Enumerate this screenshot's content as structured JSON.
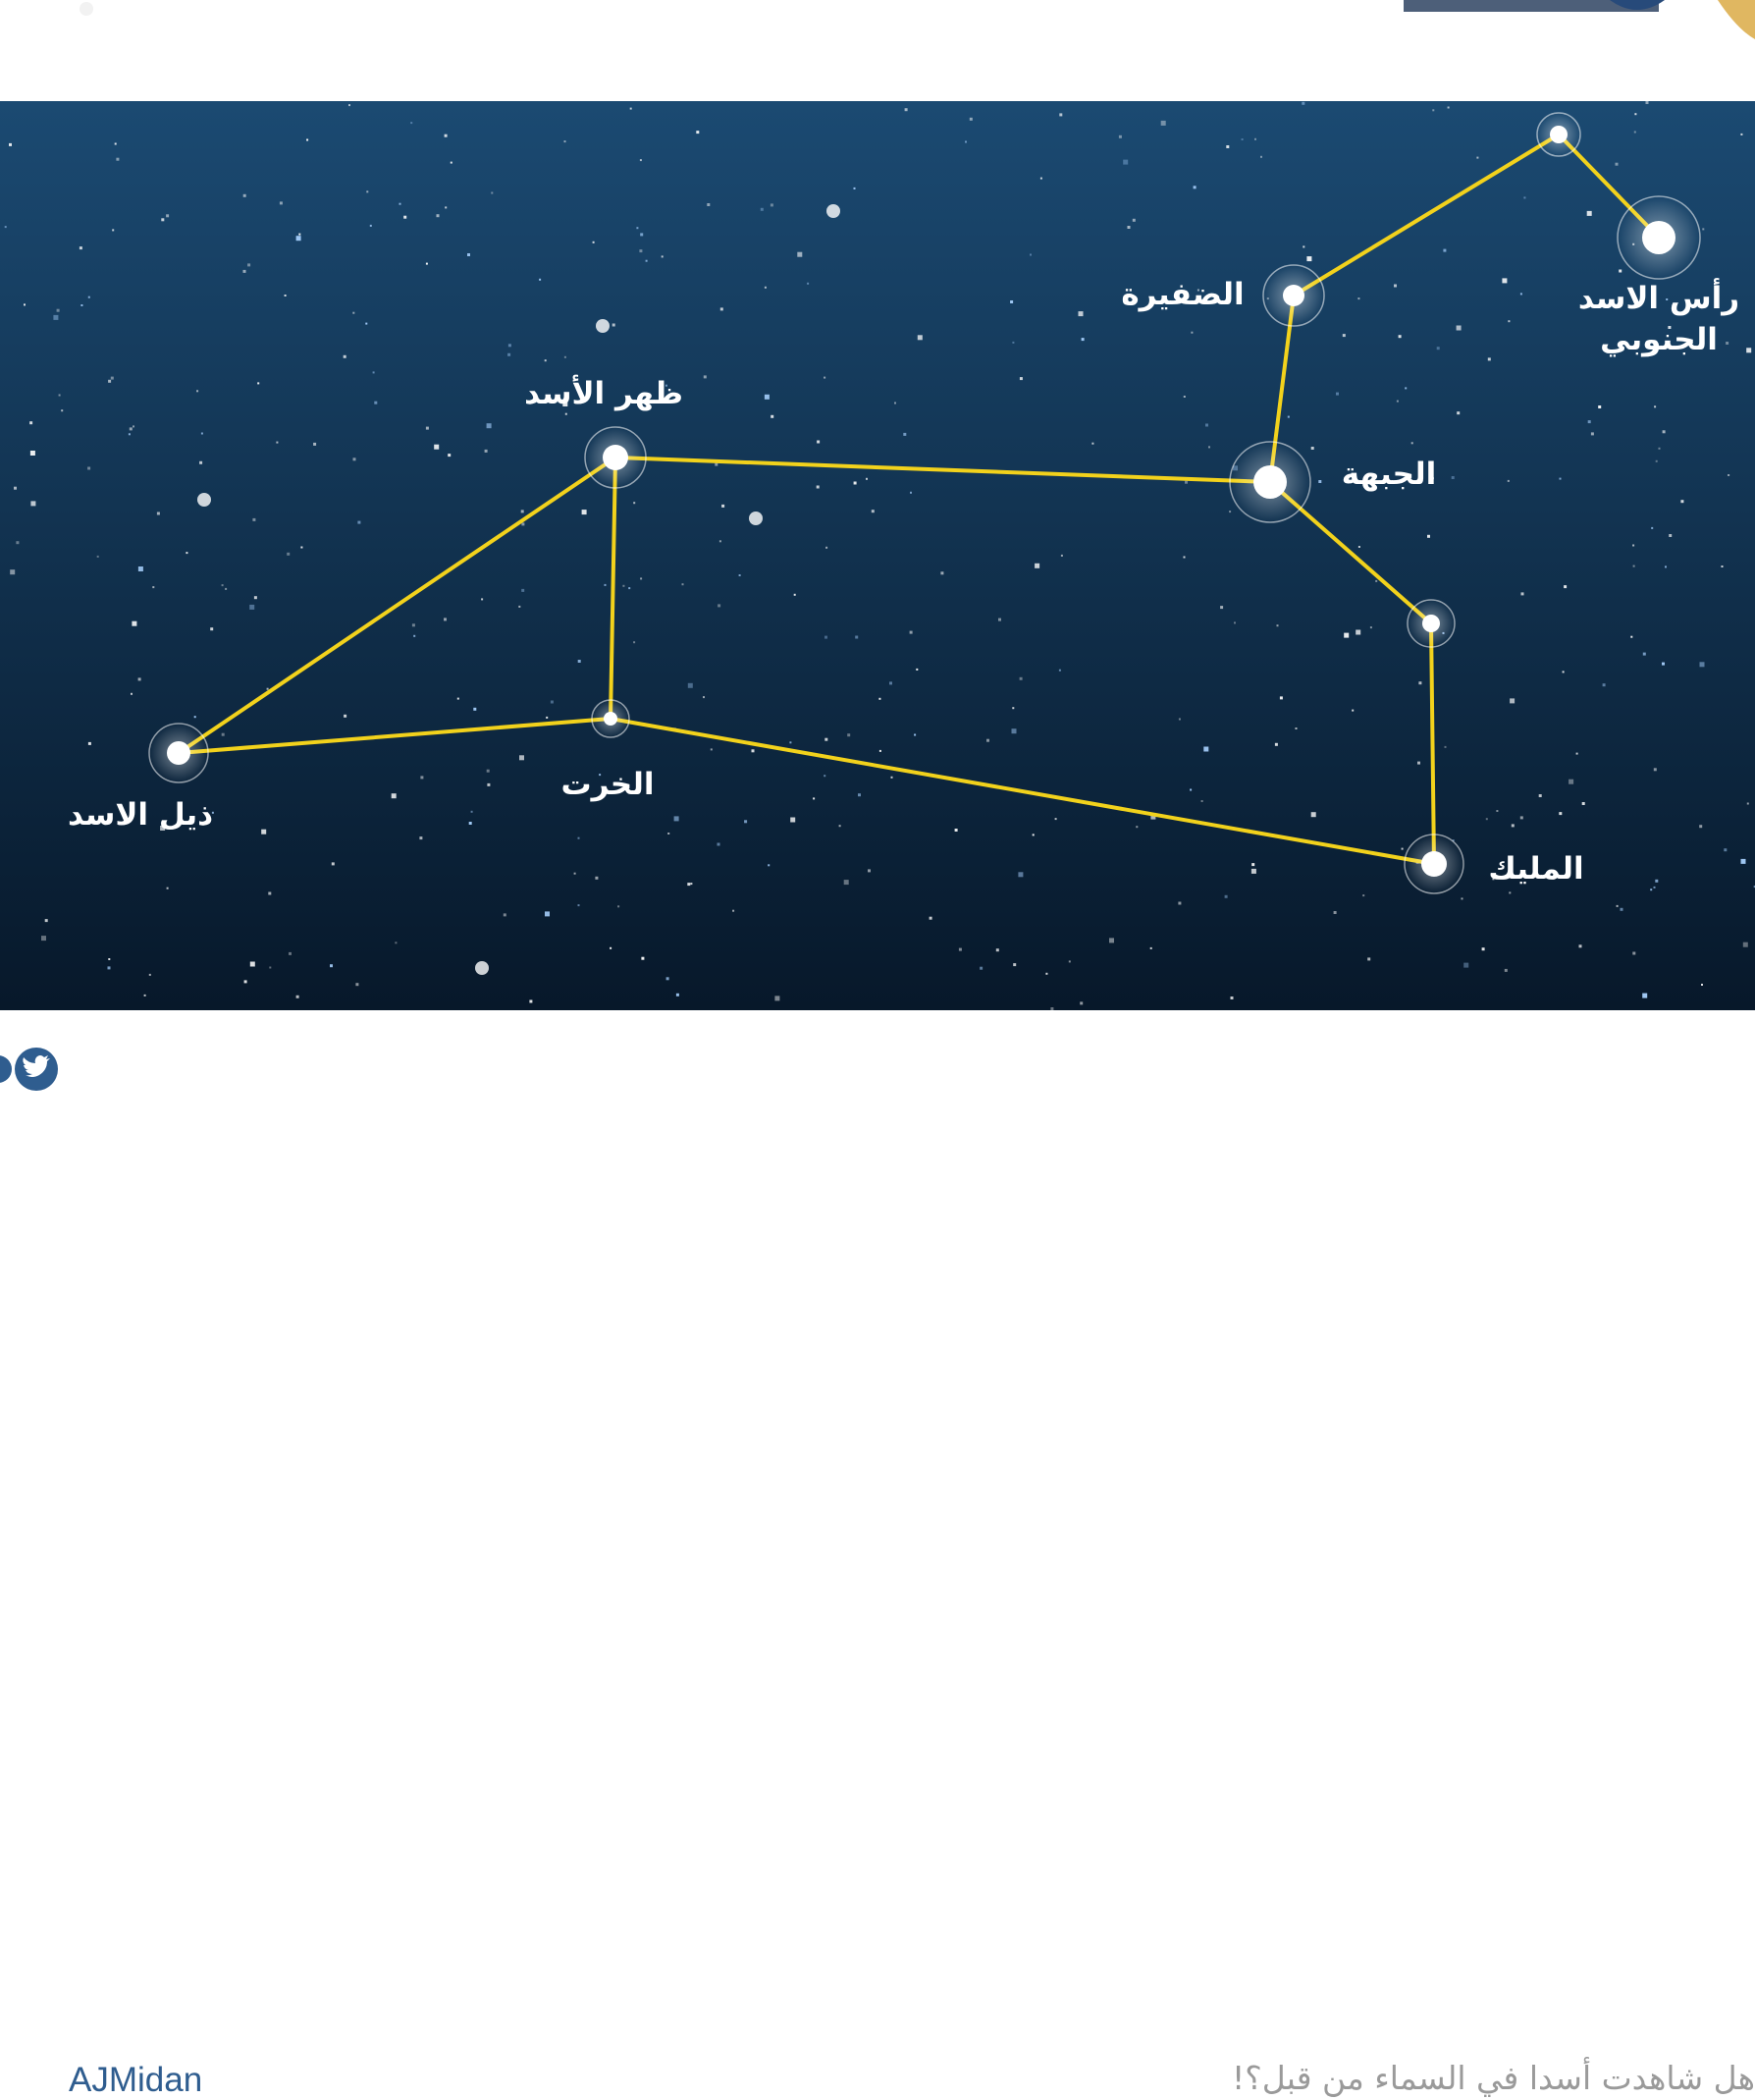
{
  "diagram": {
    "colors": {
      "sky_top": "#1b4a72",
      "sky_bottom": "#07182a",
      "line": "#f2d21c",
      "star": "#ffffff"
    },
    "stars": [
      {
        "id": "ras-south",
        "label": "رأس الاسد\nالجنوبي"
      },
      {
        "id": "ras-top",
        "label": ""
      },
      {
        "id": "dafira",
        "label": "الضفيرة"
      },
      {
        "id": "jabha",
        "label": "الجبهة"
      },
      {
        "id": "zahr",
        "label": "ظهر الأسد"
      },
      {
        "id": "kharat",
        "label": "الخرت"
      },
      {
        "id": "thail",
        "label": "ذيل الاسد"
      },
      {
        "id": "malik",
        "label": "المليك"
      },
      {
        "id": "right-mid",
        "label": ""
      }
    ],
    "connections": [
      [
        "ras-south",
        "ras-top"
      ],
      [
        "ras-top",
        "dafira"
      ],
      [
        "dafira",
        "jabha"
      ],
      [
        "jabha",
        "zahr"
      ],
      [
        "jabha",
        "right-mid"
      ],
      [
        "right-mid",
        "malik"
      ],
      [
        "zahr",
        "thail"
      ],
      [
        "zahr",
        "kharat"
      ],
      [
        "thail",
        "kharat"
      ],
      [
        "kharat",
        "malik"
      ]
    ]
  },
  "footer": {
    "twitter_icon": "twitter-bird-icon",
    "handle": "AJMidan",
    "caption": "هل شاهدت أسدا في السماء من قبل؟!"
  }
}
